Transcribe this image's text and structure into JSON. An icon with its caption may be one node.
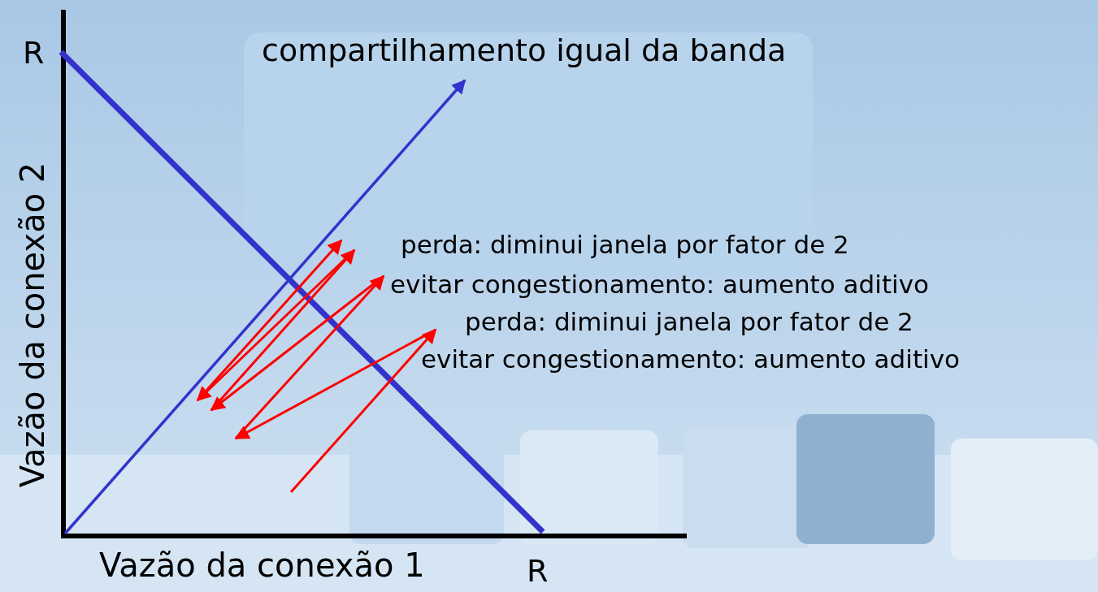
{
  "diagram": {
    "labels": [
      "R",
      "compartilhamento igual da banda",
      "Vazão da conexão 2",
      "perda: diminui janela por fator de 2",
      "evitar congestionamento: aumento aditivo",
      "perda: diminui janela por fator de 2",
      "evitar congestionamento: aumento aditivo",
      "Vazão da conexão 1",
      "R"
    ]
  }
}
